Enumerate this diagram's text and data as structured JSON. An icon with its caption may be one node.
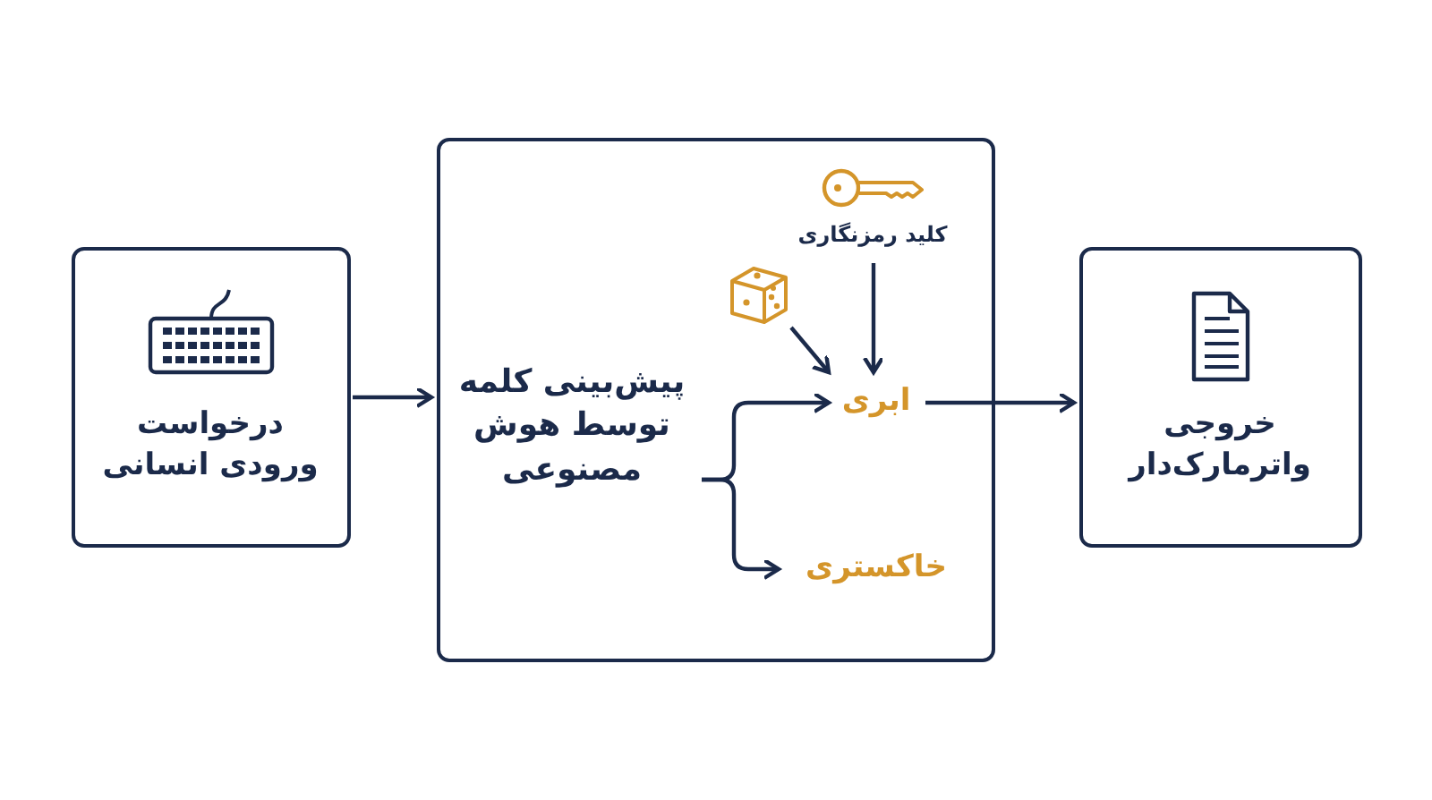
{
  "diagram": {
    "nodes": [
      {
        "text": [
          "درخواست ورودی انسانی"
        ]
      },
      {
        "text": [],
        "shape": "box"
      },
      {
        "text": [
          "پیش‌بینی کلمه توسط هوش مصنوعی"
        ],
        "in": 1
      },
      {
        "text": [],
        "shape": "dice",
        "in": 1
      },
      {
        "text": [
          "کلید رمزنگاری"
        ],
        "in": 1
      },
      {
        "text": [
          "ابری"
        ],
        "in": 1
      },
      {
        "text": [
          "خاکستری"
        ],
        "in": 1
      },
      {
        "text": [
          "خروجی واترمارک‌دار"
        ]
      }
    ],
    "edges": [
      {
        "from": 0,
        "to": 1,
        "arrow": "to"
      },
      {
        "from": 2,
        "to": 5,
        "arrow": "to"
      },
      {
        "from": 2,
        "to": 6,
        "arrow": "to"
      },
      {
        "from": 3,
        "to": 5,
        "arrow": "to"
      },
      {
        "from": 4,
        "to": 5,
        "arrow": "to"
      },
      {
        "from": 5,
        "to": 7,
        "arrow": "to"
      }
    ]
  }
}
